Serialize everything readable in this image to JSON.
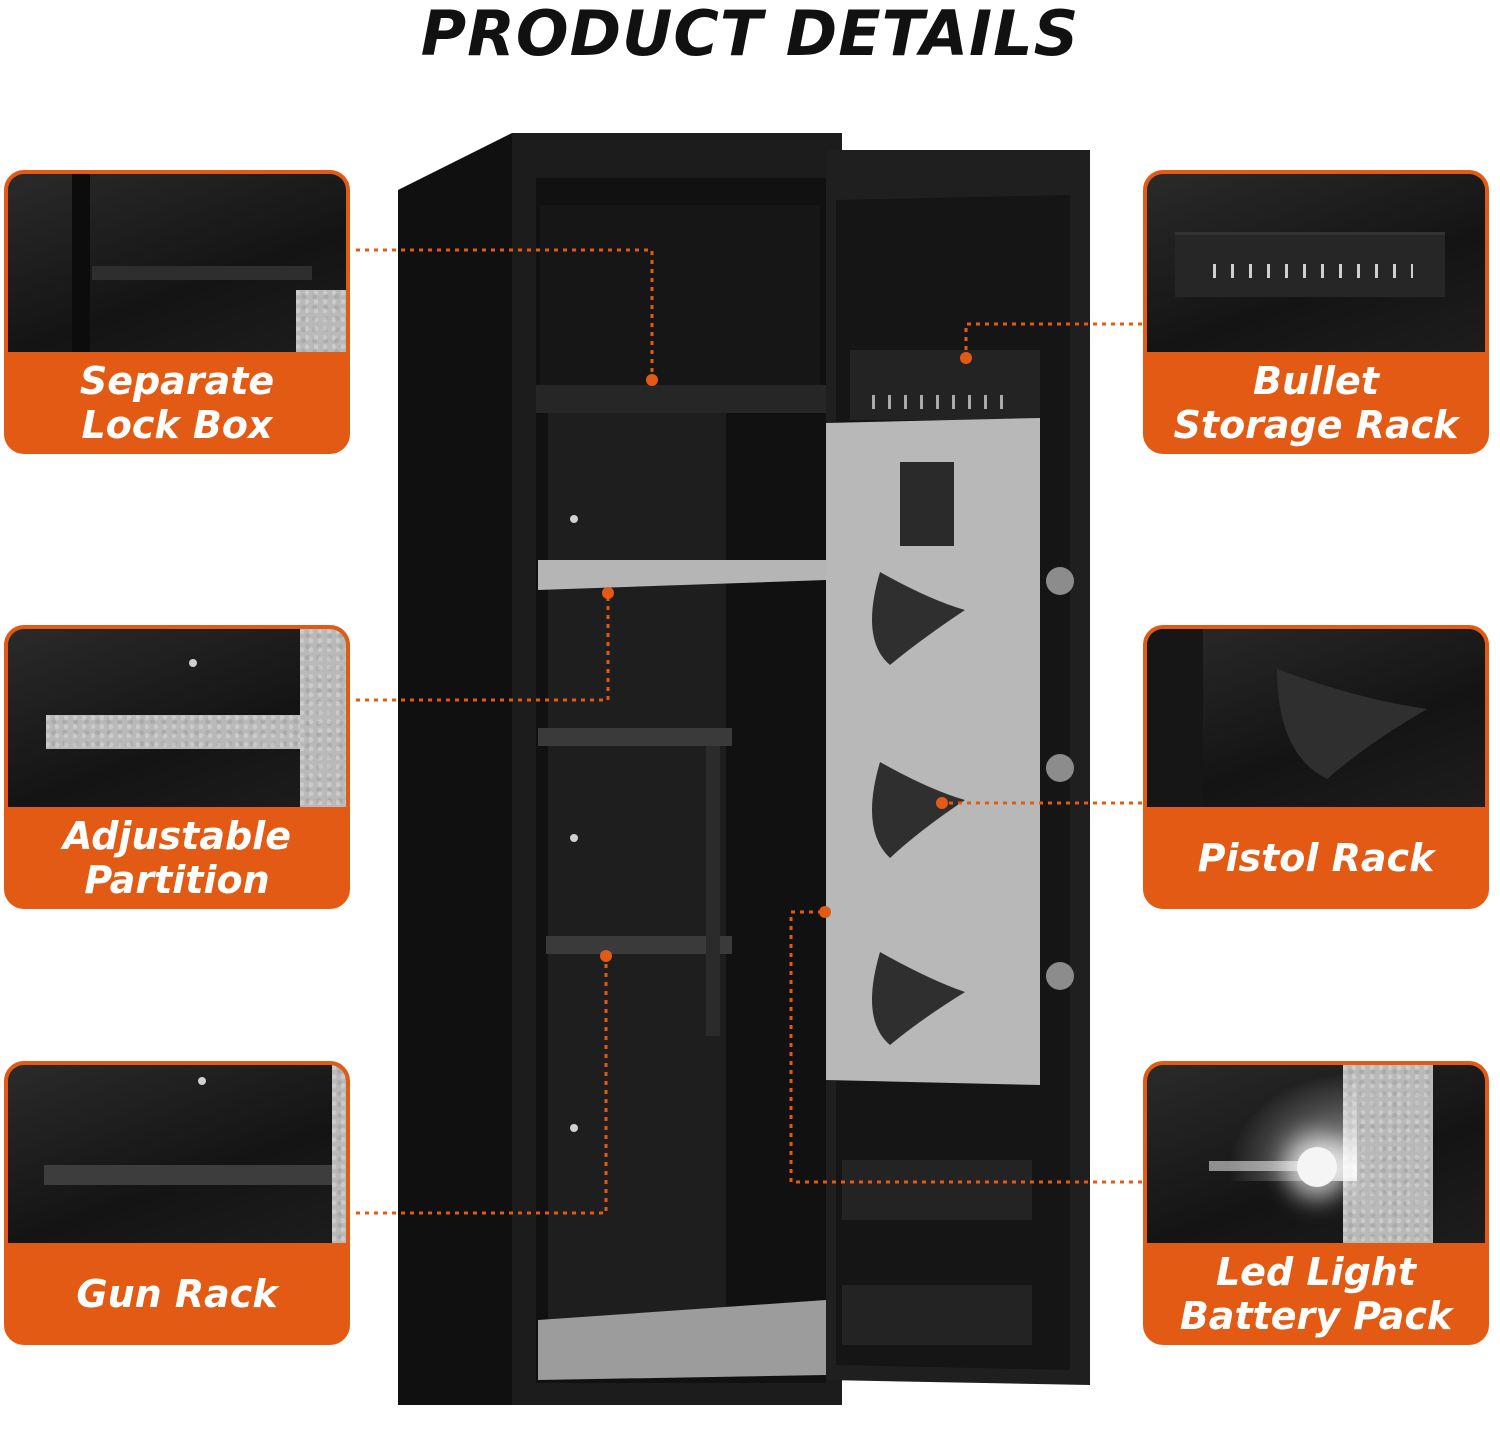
{
  "headline": "PRODUCT DETAILS",
  "accent_color": "#e35a14",
  "safe_color": "#1a1a1a",
  "felt_color": "#b9b9b9",
  "callouts": [
    {
      "label": "Separate Lock Box",
      "line1": "Separate",
      "line2": "Lock Box",
      "side": "left"
    },
    {
      "label": "Adjustable Partition",
      "line1": "Adjustable",
      "line2": "Partition",
      "side": "left"
    },
    {
      "label": "Gun Rack",
      "line1": "Gun Rack",
      "line2": "",
      "side": "left"
    },
    {
      "label": "Bullet Storage Rack",
      "line1": "Bullet",
      "line2": "Storage Rack",
      "side": "right"
    },
    {
      "label": "Pistol Rack",
      "line1": "Pistol Rack",
      "line2": "",
      "side": "right"
    },
    {
      "label": "Led Light Battery Pack",
      "line1": "Led Light",
      "line2": "Battery Pack",
      "side": "right"
    }
  ]
}
